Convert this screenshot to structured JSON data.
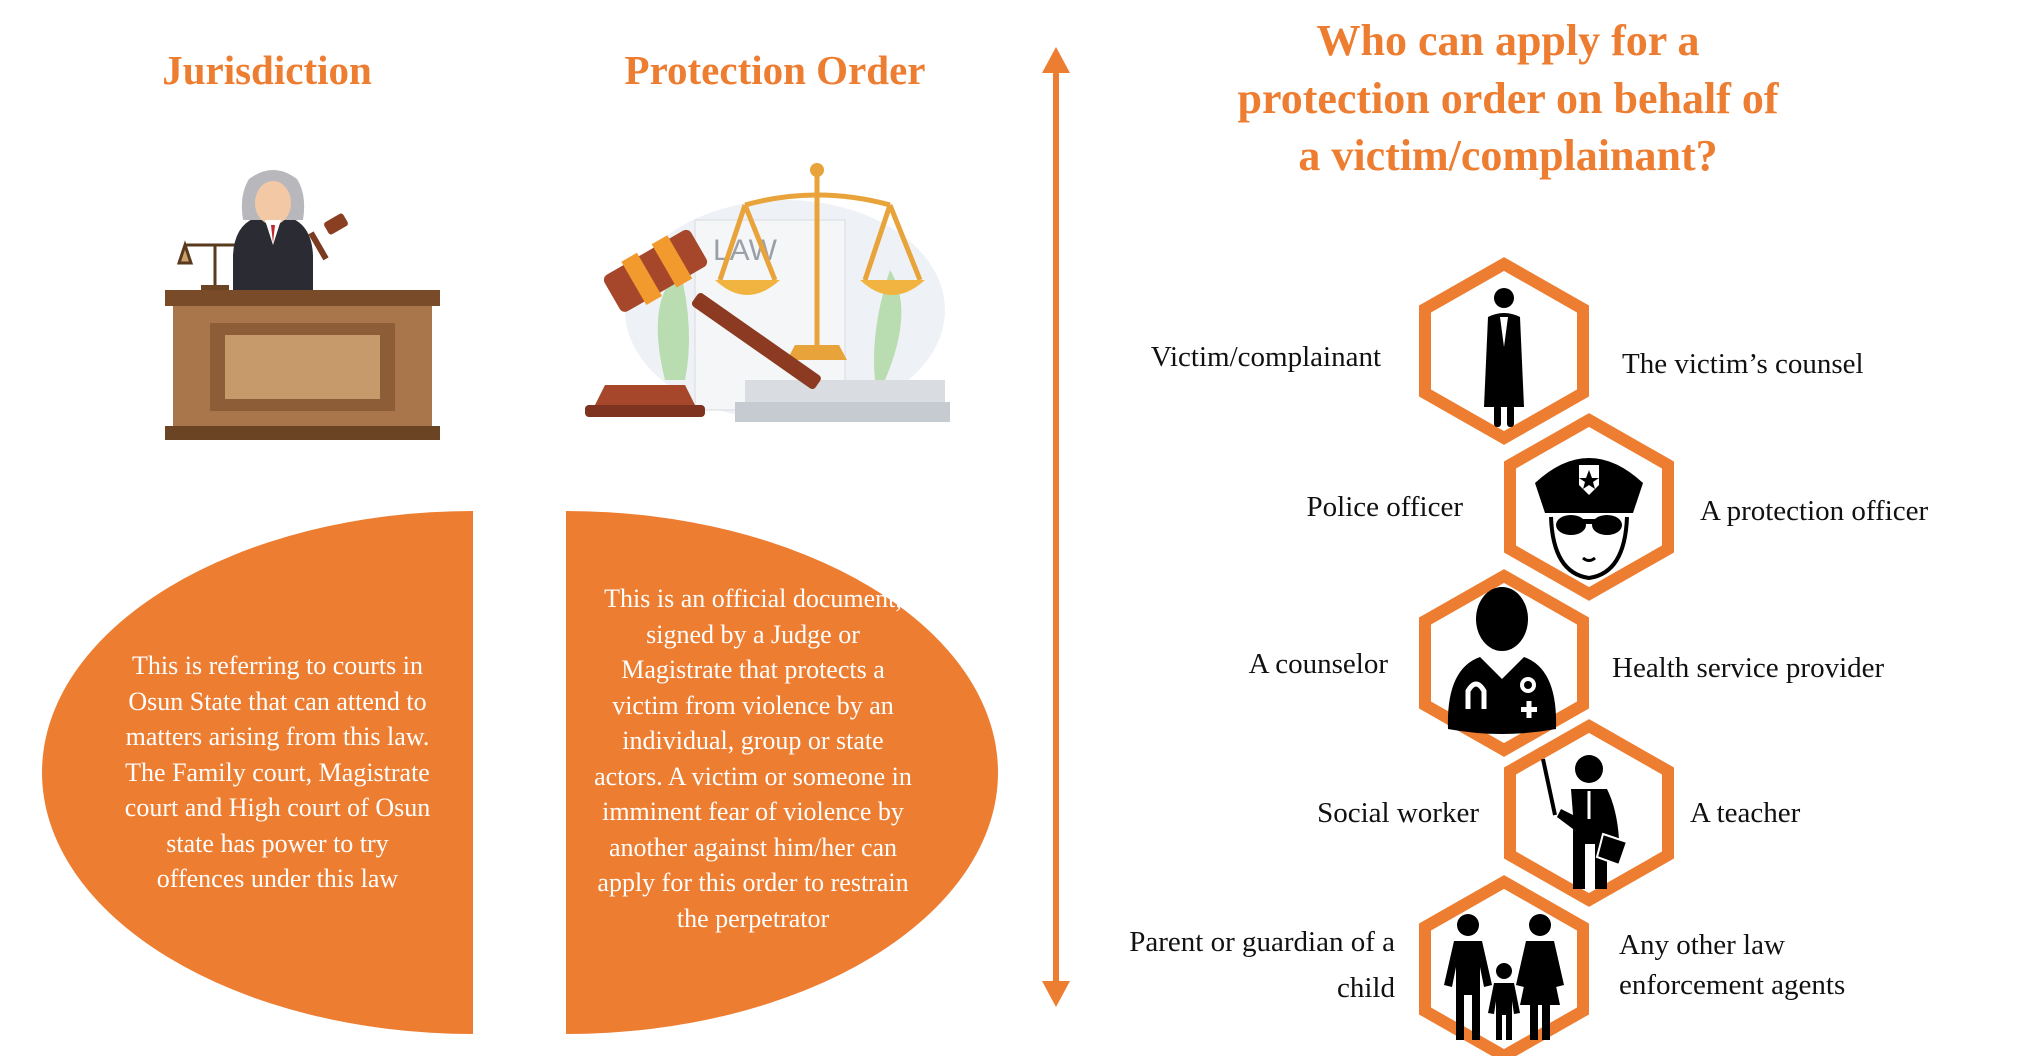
{
  "colors": {
    "accent": "#ED7D31",
    "text": "#111111",
    "icon": "#000000"
  },
  "jurisdiction": {
    "title": "Jurisdiction",
    "image": "judge-at-bench-illustration",
    "body": "This is referring to courts in Osun State that can attend to matters arising from this law. The Family court, Magistrate court and High court of Osun state has power to try offences under this law"
  },
  "protection_order": {
    "title": "Protection Order",
    "image": "gavel-and-scales-illustration",
    "image_text": "LAW",
    "body": "This is an official document, signed by a Judge or Magistrate that protects a victim from violence by an individual, group or state actors. A victim or someone in imminent fear of violence by another against him/her can apply for this order to restrain the perpetrator"
  },
  "applicants": {
    "title": "Who can apply for a protection order on behalf of a victim/complainant?",
    "rows": [
      {
        "icon": "lawyer-icon",
        "left": "Victim/complainant",
        "right": "The victim’s counsel"
      },
      {
        "icon": "police-officer-icon",
        "left": "Police officer",
        "right": "A protection officer"
      },
      {
        "icon": "doctor-icon",
        "left": "A counselor",
        "right": "Health service provider"
      },
      {
        "icon": "teacher-icon",
        "left": "Social worker",
        "right": "A teacher"
      },
      {
        "icon": "family-icon",
        "left": "Parent or guardian of a child",
        "right": "Any other law enforcement agents"
      }
    ]
  }
}
